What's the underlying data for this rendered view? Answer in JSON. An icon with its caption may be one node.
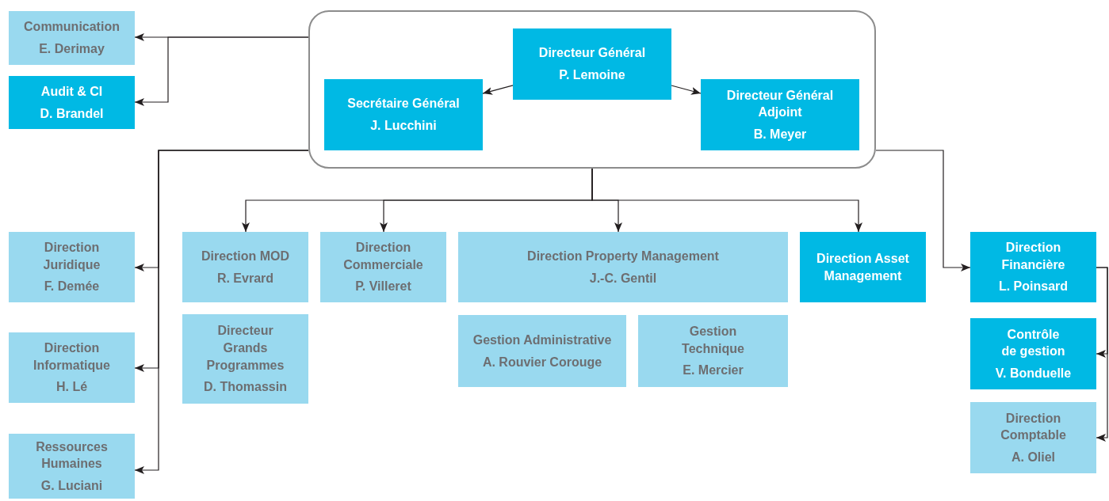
{
  "diagram": {
    "nodes": [
      {
        "text": [],
        "shape": "box"
      },
      {
        "text": [
          "Directeur Général",
          "P. Lemoine"
        ],
        "in": 0
      },
      {
        "text": [
          "Secrétaire Général",
          "J. Lucchini"
        ],
        "in": 0
      },
      {
        "text": [
          "Directeur Général Adjoint",
          "B. Meyer"
        ],
        "in": 0
      },
      {
        "text": [
          "Communication",
          "E. Derimay"
        ]
      },
      {
        "text": [
          "Audit & CI",
          "D. Brandel"
        ]
      },
      {
        "text": [
          "Direction Juridique",
          "F. Demée"
        ]
      },
      {
        "text": [
          "Direction Informatique",
          "H. Lé"
        ]
      },
      {
        "text": [
          "Ressources Humaines",
          "G. Luciani"
        ]
      },
      {
        "text": [
          "Direction MOD",
          "R. Evrard"
        ]
      },
      {
        "text": [
          "Directeur Grands Programmes",
          "D. Thomassin"
        ]
      },
      {
        "text": [
          "Direction Commerciale",
          "P. Villeret"
        ]
      },
      {
        "text": [
          "Direction Property Management",
          "J.-C. Gentil"
        ]
      },
      {
        "text": [
          "Gestion Administrative",
          "A. Rouvier Corouge"
        ]
      },
      {
        "text": [
          "Gestion Technique",
          "E. Mercier"
        ]
      },
      {
        "text": [
          "Direction Asset Management"
        ]
      },
      {
        "text": [
          "Direction Financière",
          "L. Poinsard"
        ]
      },
      {
        "text": [
          "Contrôle de gestion",
          "V. Bonduelle"
        ]
      },
      {
        "text": [
          "Direction Comptable",
          "A. Oliel"
        ]
      }
    ],
    "edges": [
      {
        "from": 1,
        "to": 2,
        "arrow": "to"
      },
      {
        "from": 1,
        "to": 3,
        "arrow": "to"
      },
      {
        "from": 0,
        "to": 4,
        "arrow": "to"
      },
      {
        "from": 0,
        "to": 5,
        "arrow": "to"
      },
      {
        "from": 0,
        "to": 6,
        "arrow": "to"
      },
      {
        "from": 0,
        "to": 7,
        "arrow": "to"
      },
      {
        "from": 0,
        "to": 8,
        "arrow": "to"
      },
      {
        "from": 0,
        "to": 9,
        "arrow": "to"
      },
      {
        "from": 0,
        "to": 11,
        "arrow": "to"
      },
      {
        "from": 0,
        "to": 12,
        "arrow": "to"
      },
      {
        "from": 0,
        "to": 15,
        "arrow": "to"
      },
      {
        "from": 0,
        "to": 16,
        "arrow": "to"
      },
      {
        "from": 16,
        "to": 17,
        "arrow": "to"
      },
      {
        "from": 16,
        "to": 18,
        "arrow": "to"
      }
    ]
  }
}
